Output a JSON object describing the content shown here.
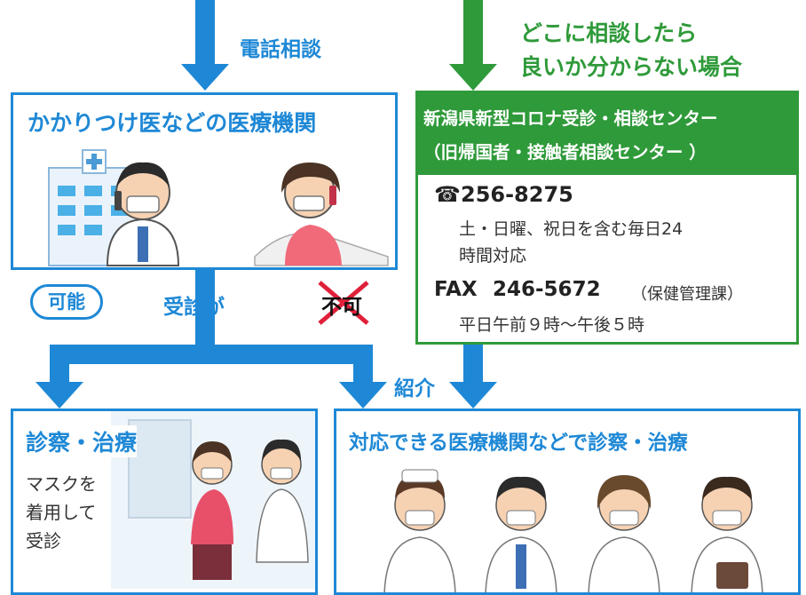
{
  "colors": {
    "blue": "#1e88d6",
    "green": "#2f9a3a",
    "red": "#e0203a",
    "text": "#333333"
  },
  "labels": {
    "phone_consult": "電話相談",
    "unsure": [
      "どこに相談したら",
      "良いか分からない場合"
    ],
    "possible": "可能",
    "consult": "受診が",
    "not_possible": "不可",
    "referral": "紹介"
  },
  "clinic_box": {
    "title": "かかりつけ医などの医療機関"
  },
  "center_box": {
    "title_lines": [
      "新潟県新型コロナ受診・相談センター",
      "（旧帰国者・接触者相談センター ）"
    ],
    "tel_icon": "phone-icon",
    "tel": "256-8275",
    "tel_hours": [
      "土・日曜、祝日を含む毎日24",
      "時間対応"
    ],
    "fax_label": "FAX",
    "fax": "246-5672",
    "fax_dept": "（保健管理課）",
    "fax_hours": "平日午前９時～午後５時"
  },
  "treat_box": {
    "title": "診察・治療",
    "note": [
      "マスクを",
      "着用して",
      "受診"
    ]
  },
  "other_box": {
    "title": "対応できる医療機関などで診察・治療"
  }
}
